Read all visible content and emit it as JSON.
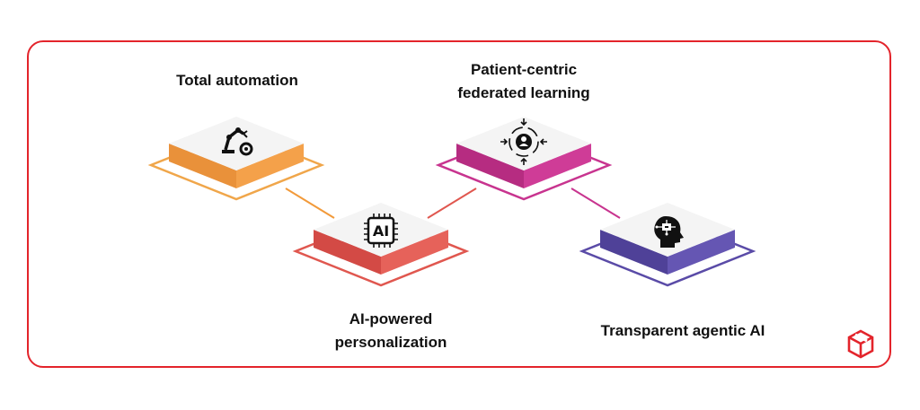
{
  "nodes": {
    "total_automation": {
      "label": "Total automation",
      "color": "#f29a3a",
      "icon": "robotic-arm-icon"
    },
    "federated_learning": {
      "label_line1": "Patient-centric",
      "label_line2": "federated learning",
      "color": "#c8348f",
      "icon": "user-focus-icon"
    },
    "ai_personalization": {
      "label_line1": "AI-powered",
      "label_line2": "personalization",
      "color": "#e0574f",
      "icon": "ai-chip-icon",
      "icon_text": "AI"
    },
    "agentic_ai": {
      "label": "Transparent agentic AI",
      "color": "#5a4ba7",
      "icon": "ai-head-icon"
    }
  },
  "brand": {
    "icon": "brand-logo-icon",
    "color": "#e3242b"
  }
}
